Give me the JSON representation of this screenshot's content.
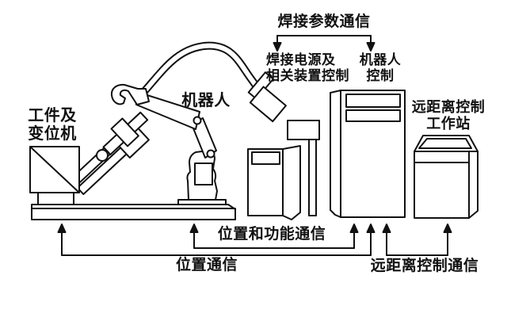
{
  "diagram": {
    "title_context": "welding-robot-system-communication-diagram",
    "background_color": "#ffffff",
    "line_color": "#111111",
    "labels": {
      "welding_param_comm": "焊接参数通信",
      "power_control": "焊接电源及\n相关装置控制",
      "robot_control": "机器人\n控制",
      "robot": "机器人",
      "workpiece_positioner": "工件及\n变位机",
      "workstation": "远距离控制\n工作站",
      "pos_func_comm": "位置和功能通信",
      "pos_comm": "位置通信",
      "remote_comm": "远距离控制通信"
    }
  }
}
